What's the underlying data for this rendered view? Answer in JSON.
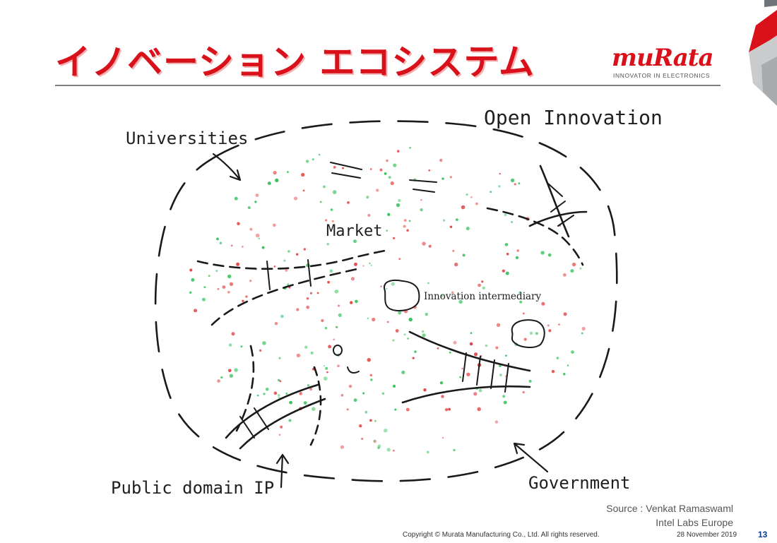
{
  "header": {
    "title": "イノベーション エコシステム",
    "logo_word": "muRata",
    "logo_tagline": "INNOVATOR IN ELECTRONICS"
  },
  "diagram": {
    "labels": {
      "open_innovation": "Open Innovation",
      "universities": "Universities",
      "market": "Market",
      "innovation_intermediary": "Innovation intermediary",
      "public_domain_ip": "Public domain IP",
      "government": "Government"
    }
  },
  "source": {
    "line1": "Source : Venkat Ramaswaml",
    "line2": "Intel Labs Europe"
  },
  "footer": {
    "copyright": "Copyright © Murata Manufacturing Co., Ltd. All rights reserved.",
    "date": "28 November 2019",
    "page": "13"
  },
  "colors": {
    "brand_red": "#d8111b",
    "dot_red": "#e23a3a",
    "dot_green": "#2fbf55",
    "page_number_blue": "#0b3d91"
  }
}
